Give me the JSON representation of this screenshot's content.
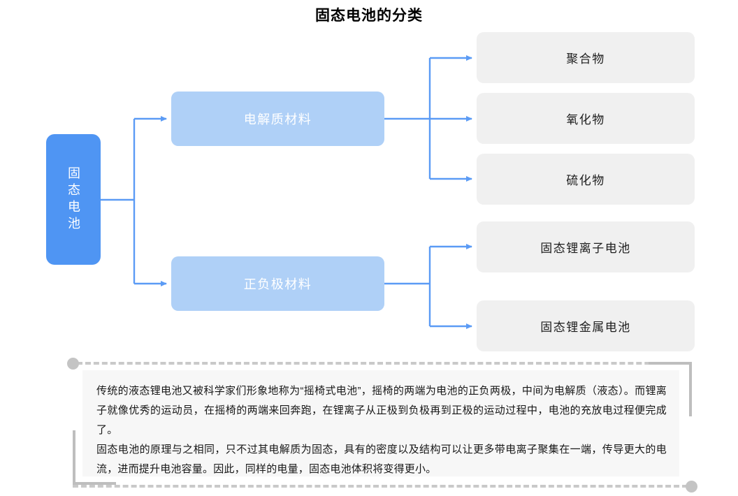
{
  "title": "固态电池的分类",
  "colors": {
    "root_blue": "#4F95F3",
    "mid_blue": "#AFD0F7",
    "leaf_gray": "#F0F0F0",
    "connector_blue": "#5B9BF5",
    "frame_gray": "#C4C4C4",
    "note_bg": "#F7F7F7"
  },
  "root": {
    "label": "固态电池"
  },
  "branches": [
    {
      "label": "电解质材料",
      "children": [
        {
          "label": "聚合物"
        },
        {
          "label": "氧化物"
        },
        {
          "label": "硫化物"
        }
      ]
    },
    {
      "label": "正负极材料",
      "children": [
        {
          "label": "固态锂离子电池"
        },
        {
          "label": "固态锂金属电池"
        }
      ]
    }
  ],
  "note": {
    "paragraphs": [
      "传统的液态锂电池又被科学家们形象地称为“摇椅式电池”，摇椅的两端为电池的正负两极，中间为电解质（液态）。而锂离子就像优秀的运动员，在摇椅的两端来回奔跑，在锂离子从正极到负极再到正极的运动过程中，电池的充放电过程便完成了。",
      "固态电池的原理与之相同，只不过其电解质为固态，具有的密度以及结构可以让更多带电离子聚集在一端，传导更大的电流，进而提升电池容量。因此，同样的电量，固态电池体积将变得更小。"
    ]
  }
}
